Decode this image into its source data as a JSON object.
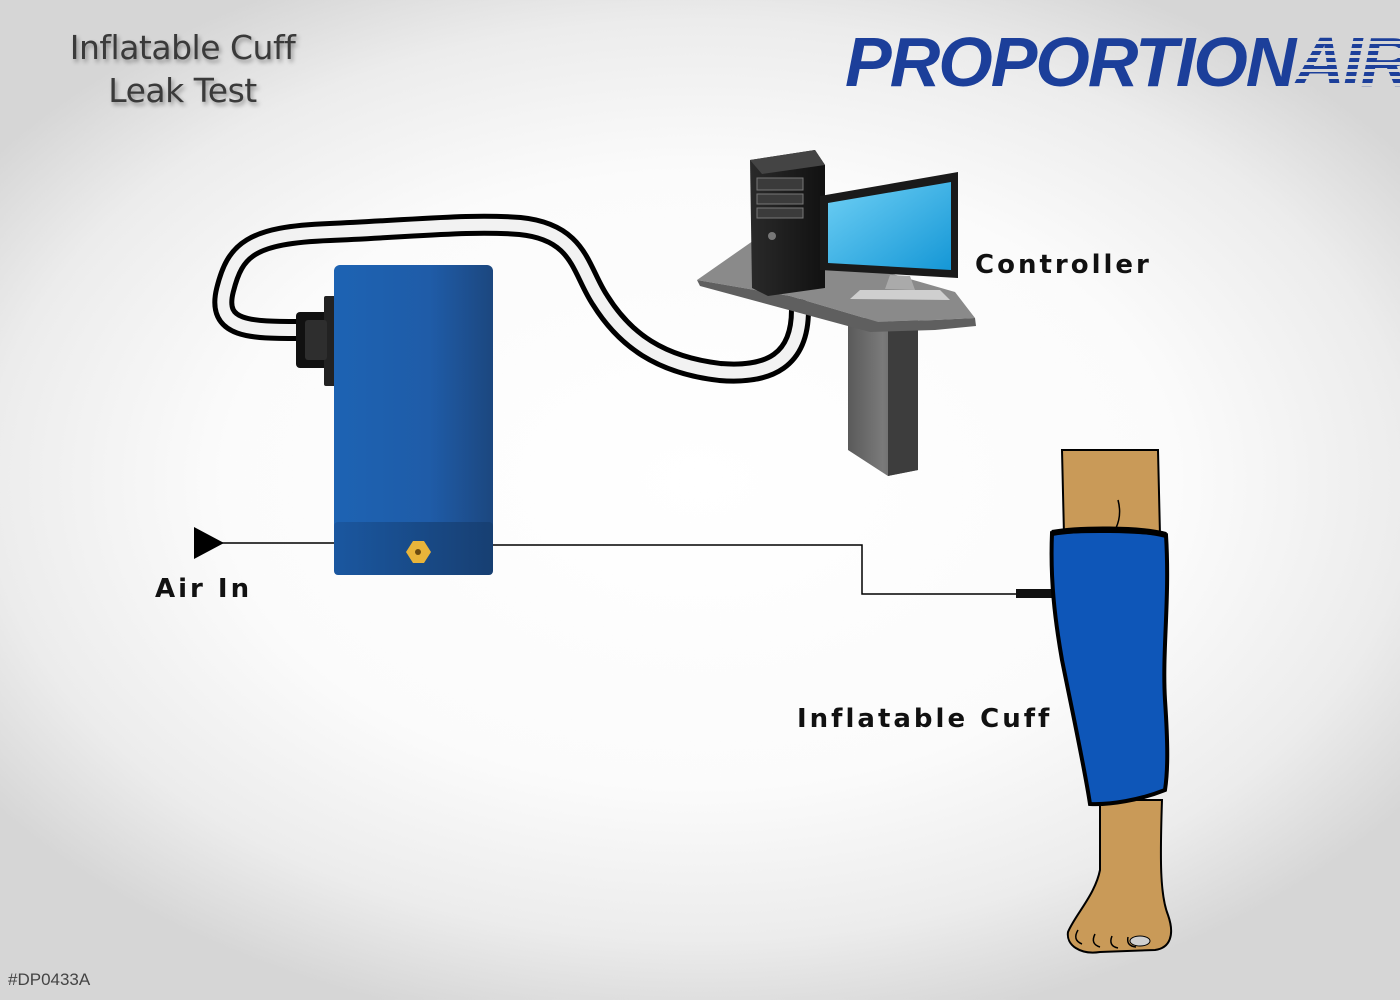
{
  "title": {
    "line1": "Inflatable Cuff",
    "line2": "Leak Test"
  },
  "logo": {
    "part1": "PROPORTION",
    "part2": "AIR"
  },
  "labels": {
    "controller": "Controller",
    "air_in": "Air In",
    "cuff": "Inflatable Cuff"
  },
  "document_code": "#DP0433A",
  "colors": {
    "brand_blue": "#1c3f9a",
    "regulator_blue": "#1f5fa8",
    "cuff_blue": "#0e56b8",
    "skin": "#c99a58",
    "monitor_screen": "#2aa8e0"
  }
}
